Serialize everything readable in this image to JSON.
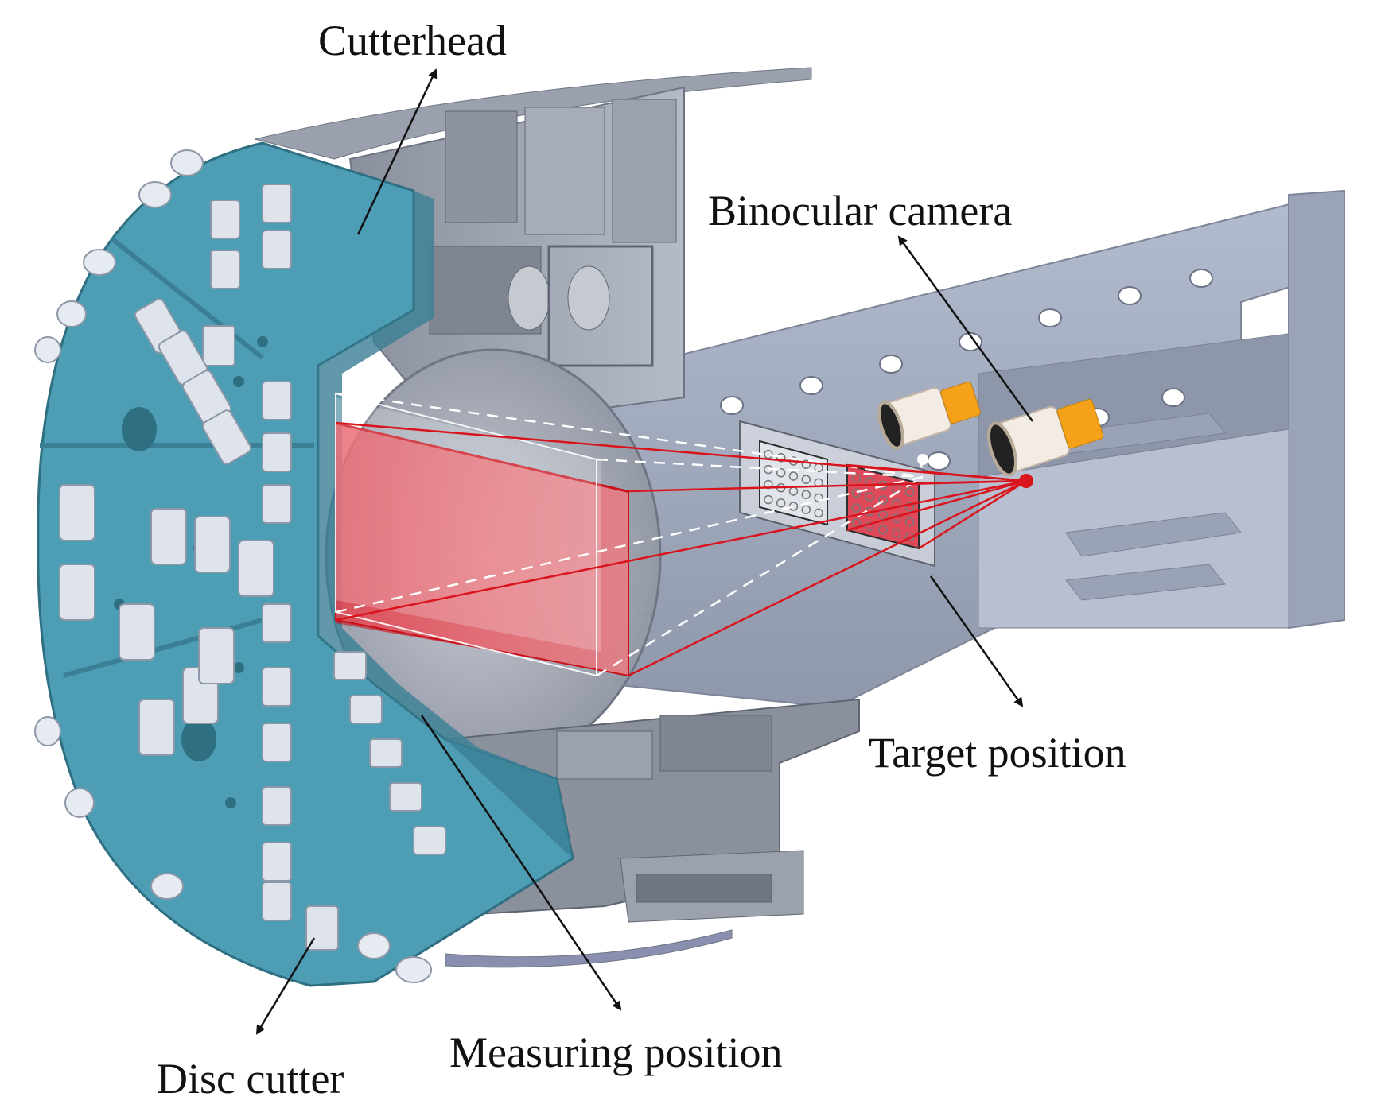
{
  "labels": {
    "cutterhead": "Cutterhead",
    "binocular_camera": "Binocular camera",
    "target_position": "Target position",
    "measuring_position": "Measuring position",
    "disc_cutter": "Disc cutter"
  },
  "colors": {
    "cutterhead_blue": "#4d9db5",
    "cutterhead_dark": "#3b7f95",
    "cutter_white": "#dfe4ec",
    "body_grey": "#9ca3b1",
    "body_dark": "#7c8392",
    "beam_grey": "#a6afc3",
    "measuring_red": "#e8505a",
    "target_red": "#e23344",
    "camera_orange": "#f5a21a",
    "ray_red": "#d9141c",
    "dashed_white": "#ffffff"
  },
  "icons": {
    "camera_left": "camera-icon",
    "camera_right": "camera-icon",
    "focal_point": "dot-icon"
  }
}
